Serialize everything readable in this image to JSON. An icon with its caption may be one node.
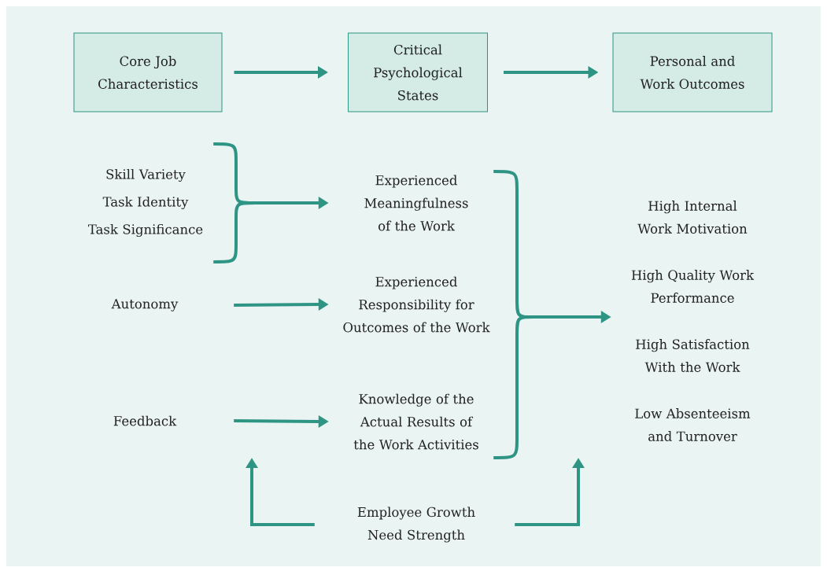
{
  "diagram": {
    "nodes": [
      {
        "text": [
          "Core Job Characteristics"
        ]
      },
      {
        "text": [
          "Critical Psychological States"
        ]
      },
      {
        "text": [
          "Personal and Work Outcomes"
        ]
      },
      {
        "text": [
          "Skill Variety",
          "Task Identity",
          "Task Significance"
        ]
      },
      {
        "text": [
          "Autonomy"
        ]
      },
      {
        "text": [
          "Feedback"
        ]
      },
      {
        "text": [
          "Experienced Meaningfulness of the Work"
        ]
      },
      {
        "text": [
          "Experienced Responsibility for Outcomes of the Work"
        ]
      },
      {
        "text": [
          "Knowledge of the Actual Results of the Work Activities"
        ]
      },
      {
        "text": [
          "High Internal Work Motivation",
          "High Quality Work Performance",
          "High Satisfaction With the Work",
          "Low Absenteeism and Turnover"
        ]
      },
      {
        "text": [
          "Employee Growth Need Strength"
        ]
      }
    ],
    "edges": [
      {
        "from": 0,
        "to": 1,
        "arrow": "to"
      },
      {
        "from": 1,
        "to": 2,
        "arrow": "to"
      },
      {
        "from": 3,
        "to": 6,
        "arrow": "to"
      },
      {
        "from": 4,
        "to": 7,
        "arrow": "to"
      },
      {
        "from": 5,
        "to": 8,
        "arrow": "to"
      },
      {
        "from": 6,
        "to": 9,
        "arrow": "to"
      },
      {
        "from": 7,
        "to": 9,
        "arrow": "to"
      },
      {
        "from": 8,
        "to": 9,
        "arrow": "to"
      },
      {
        "from": 10,
        "to": null,
        "arrow": "to"
      },
      {
        "from": 10,
        "to": null,
        "arrow": "to"
      }
    ]
  }
}
